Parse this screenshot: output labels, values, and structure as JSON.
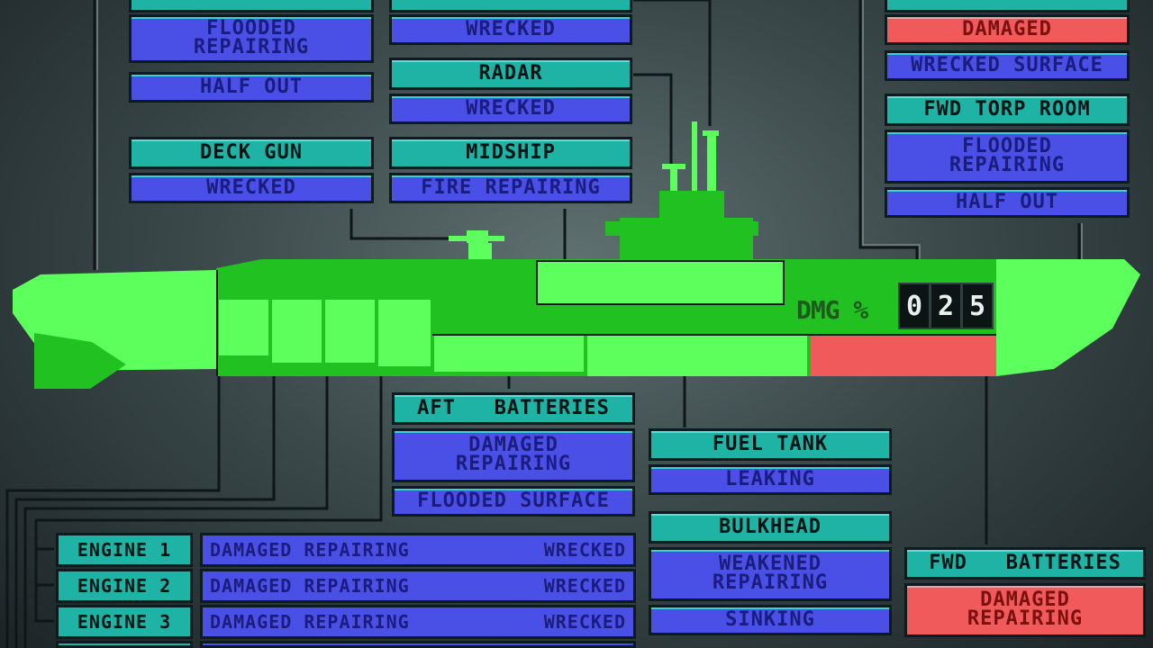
{
  "colors": {
    "hull_light": "#5cff5c",
    "hull_dark": "#22c122",
    "damaged_red": "#f05a5a",
    "header_teal": "#1fb3a6",
    "status_blue": "#4a50e6"
  },
  "panels": {
    "aft_torp_room": {
      "status": "FLOODED\nREPAIRING",
      "detail": "HALF OUT"
    },
    "periscopes": {
      "status": "WRECKED"
    },
    "radar": {
      "title": "RADAR",
      "status": "WRECKED"
    },
    "deck_gun": {
      "title": "DECK GUN",
      "status": "WRECKED"
    },
    "midship": {
      "title": "MIDSHIP",
      "status": "FIRE REPAIRING"
    },
    "dive_planes": {
      "status": "DAMAGED",
      "detail": "WRECKED SURFACE"
    },
    "fwd_torp_room": {
      "title": "FWD TORP ROOM",
      "status": "FLOODED\nREPAIRING",
      "detail": "HALF OUT"
    },
    "aft_batteries": {
      "title": "AFT   BATTERIES",
      "status": "DAMAGED\nREPAIRING",
      "detail": "FLOODED SURFACE"
    },
    "fuel_tank": {
      "title": "FUEL TANK",
      "status": "LEAKING"
    },
    "bulkhead": {
      "title": "BULKHEAD",
      "status": "WEAKENED\nREPAIRING",
      "detail": "SINKING"
    },
    "fwd_batteries": {
      "title": "FWD   BATTERIES",
      "status": "DAMAGED\nREPAIRING"
    }
  },
  "engines": [
    {
      "label": "ENGINE 1",
      "status": "DAMAGED REPAIRING",
      "detail": "WRECKED"
    },
    {
      "label": "ENGINE 2",
      "status": "DAMAGED REPAIRING",
      "detail": "WRECKED"
    },
    {
      "label": "ENGINE 3",
      "status": "DAMAGED REPAIRING",
      "detail": "WRECKED"
    }
  ],
  "damage": {
    "label": "DMG %",
    "d1": "0",
    "d2": "2",
    "d3": "5"
  }
}
